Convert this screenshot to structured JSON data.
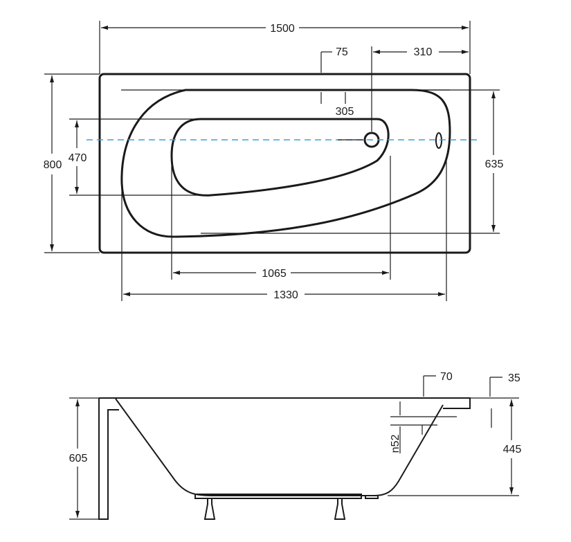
{
  "top_view": {
    "overall_length": "1500",
    "overflow_offset": "75",
    "drain_offset": "310",
    "rim_to_drain": "305",
    "overall_width": "800",
    "inner_bottom_width": "470",
    "basin_width": "635",
    "inner_bottom_length": "1065",
    "basin_length": "1330"
  },
  "side_view": {
    "rim_thickness": "70",
    "rim_edge": "35",
    "overall_height": "605",
    "overflow_label": "n52",
    "basin_depth": "445"
  },
  "colors": {
    "line": "#1a1a1a",
    "center_axis": "#3aa0d8"
  }
}
